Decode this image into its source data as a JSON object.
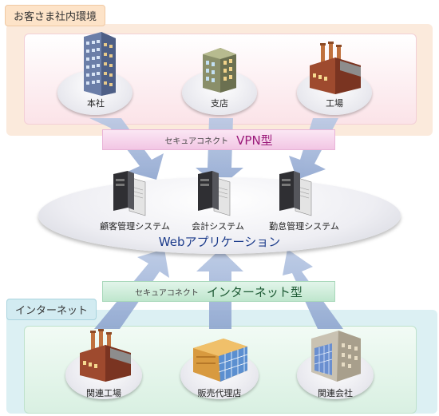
{
  "zones": {
    "internal": "お客さま社内環境",
    "internet": "インターネット"
  },
  "sites": {
    "hq": "本社",
    "branch": "支店",
    "factory": "工場"
  },
  "vpn_bar": {
    "sub": "セキュアコネクト",
    "main": "VPN型"
  },
  "systems": {
    "crm": "顧客管理システム",
    "accounting": "会計システム",
    "attendance": "勤怠管理システム"
  },
  "platform_label": "Webアプリケーション",
  "internet_bar": {
    "sub": "セキュアコネクト",
    "main": "インターネット型"
  },
  "partners": {
    "related_factory": "関連工場",
    "agency": "販売代理店",
    "affiliate": "関連会社"
  },
  "colors": {
    "internal_bg": "#fbe6d6",
    "internal_label_bg": "#fde3c8",
    "internet_bg": "#d6eef2",
    "vpn_bar": "#f7d9ee",
    "vpn_text": "#9b1a7a",
    "internet_bar": "#d3eedf",
    "internet_text": "#1d5a34",
    "platform_text": "#1a3a8a",
    "arrow": "#9fb3d6"
  }
}
